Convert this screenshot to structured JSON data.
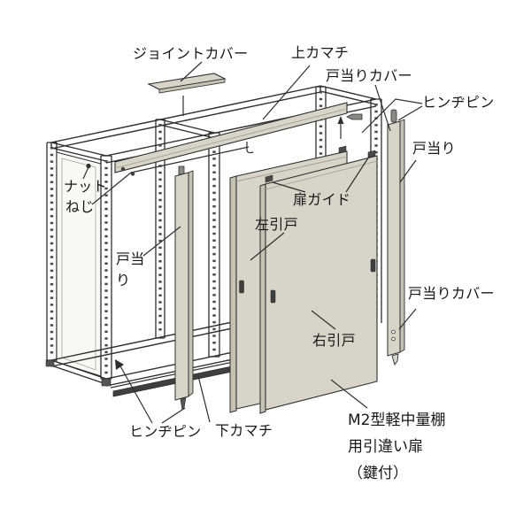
{
  "diagram": {
    "type": "exploded-assembly-diagram",
    "colors": {
      "background": "#ffffff",
      "line": "#2e2e2e",
      "panel_beige": "#d8d5c8",
      "panel_beige_dark": "#c6c2b3",
      "hardware_gray": "#8a8a84"
    },
    "labels": {
      "joint_cover": "ジョイントカバー",
      "upper_kamachi": "上カマチ",
      "door_stop_cover_top": "戸当りカバー",
      "hinge_pin_top": "ヒンヂピン",
      "door_stop_right": "戸当り",
      "nut": "ナット",
      "screw": "ねじ",
      "door_stop_mid": "戸当り",
      "door_guide": "扉ガイド",
      "left_door": "左引戸",
      "right_door": "右引戸",
      "door_stop_cover_right": "戸当りカバー",
      "hinge_pin_bottom": "ヒンヂピン",
      "lower_kamachi": "下カマチ"
    },
    "caption": {
      "line1": "M2型軽中量棚",
      "line2": "用引違い扉",
      "line3": "（鍵付）"
    }
  }
}
